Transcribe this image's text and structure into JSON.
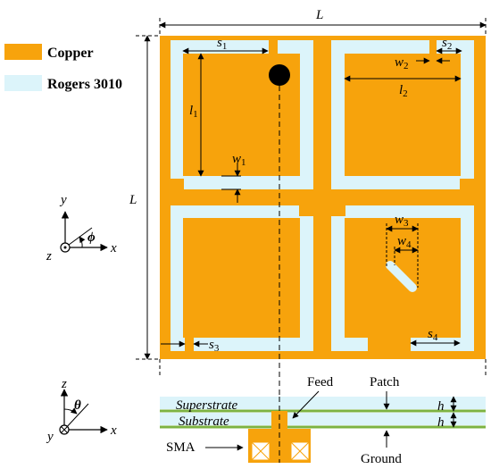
{
  "legend": {
    "items": [
      {
        "label": "Copper",
        "color": "#f7a30c"
      },
      {
        "label": "Rogers 3010",
        "color": "#dcf4fa"
      }
    ]
  },
  "dimensions": {
    "L_top": "L",
    "L_left": "L",
    "s1": "s",
    "s1_sub": "1",
    "s2": "s",
    "s2_sub": "2",
    "s3": "s",
    "s3_sub": "3",
    "s4": "s",
    "s4_sub": "4",
    "w1": "w",
    "w1_sub": "1",
    "w2": "w",
    "w2_sub": "2",
    "w3": "w",
    "w3_sub": "3",
    "w4": "w",
    "w4_sub": "4",
    "l1": "l",
    "l1_sub": "1",
    "l2": "l",
    "l2_sub": "2",
    "h_top": "h",
    "h_bottom": "h"
  },
  "axes_top": {
    "y": "y",
    "x": "x",
    "z": "z",
    "phi": "ϕ"
  },
  "axes_side": {
    "z": "z",
    "x": "x",
    "y": "y",
    "theta": "θ"
  },
  "cross_section": {
    "superstrate": "Superstrate",
    "substrate": "Substrate",
    "feed": "Feed",
    "patch": "Patch",
    "ground": "Ground",
    "sma": "SMA"
  },
  "colors": {
    "copper": "#f7a30c",
    "rogers": "#dcf4fa",
    "feed_dot": "#000000",
    "trace": "#7cb342"
  }
}
